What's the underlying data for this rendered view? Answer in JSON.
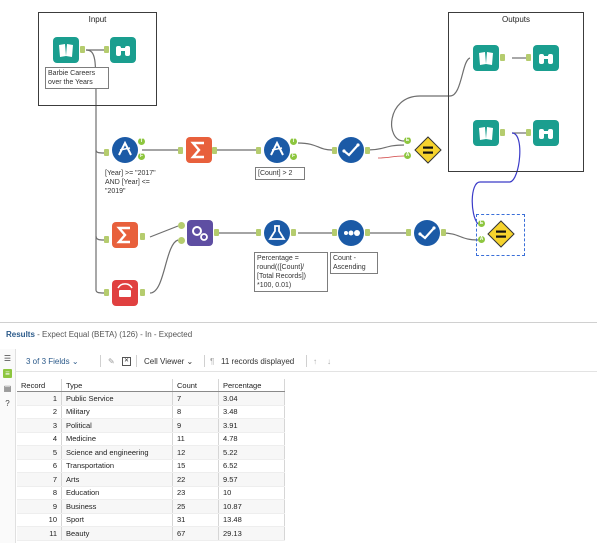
{
  "canvas": {
    "containers": {
      "input_title": "Input",
      "outputs_title": "Outputs"
    },
    "annotations": {
      "input": "Barbie Careers\nover the Years",
      "filter1": "[Year] >= \"2017\"\nAND [Year] <=\n\"2019\"",
      "filter2": "[Count] > 2",
      "formula": "Percentage =\nround(([Count]/\n[Total Records])\n*100, 0.01)",
      "sort": "Count -\nAscending"
    },
    "ports": {
      "true": "T",
      "false": "F",
      "expected": "E",
      "actual": "A"
    }
  },
  "results": {
    "title": "Results",
    "subtitle": " - Expect Equal (BETA) (126) - In - Expected",
    "toolbar": {
      "fields": "3 of 3 Fields",
      "viewer": "Cell Viewer",
      "records": "11 records displayed"
    },
    "columns": [
      "Record",
      "Type",
      "Count",
      "Percentage"
    ],
    "rows": [
      [
        "1",
        "Public Service",
        "7",
        "3.04"
      ],
      [
        "2",
        "Military",
        "8",
        "3.48"
      ],
      [
        "3",
        "Political",
        "9",
        "3.91"
      ],
      [
        "4",
        "Medicine",
        "11",
        "4.78"
      ],
      [
        "5",
        "Science and engineering",
        "12",
        "5.22"
      ],
      [
        "6",
        "Transportation",
        "15",
        "6.52"
      ],
      [
        "7",
        "Arts",
        "22",
        "9.57"
      ],
      [
        "8",
        "Education",
        "23",
        "10"
      ],
      [
        "9",
        "Business",
        "25",
        "10.87"
      ],
      [
        "10",
        "Sport",
        "31",
        "13.48"
      ],
      [
        "11",
        "Beauty",
        "67",
        "29.13"
      ]
    ]
  },
  "colors": {
    "teal": "#1a9e8f",
    "blue": "#1b5aa6",
    "orange": "#e8603c",
    "purple": "#5e4ea2",
    "yellow": "#f6d32d",
    "anchor": "#b5cc6e"
  }
}
